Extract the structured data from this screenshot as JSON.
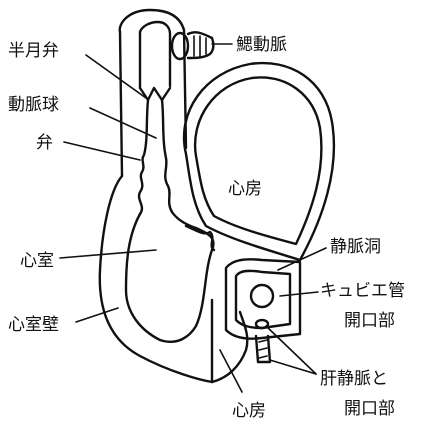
{
  "diagram": {
    "labels": {
      "semilunar_valve": "半月弁",
      "gill_artery": "鰓動脈",
      "bulbus_arteriosus": "動脈球",
      "valve": "弁",
      "atrium_upper": "心房",
      "sinus_venosus": "静脈洞",
      "cuvier_opening": [
        "キュビエ管",
        "開口部"
      ],
      "ventricle": "心室",
      "ventricle_wall": "心室壁",
      "hepatic_vein_opening": [
        "肝静脈と",
        "開口部"
      ],
      "atrium_lower": "心房"
    },
    "colors": {
      "ink": "#111111",
      "paper": "#ffffff"
    }
  }
}
